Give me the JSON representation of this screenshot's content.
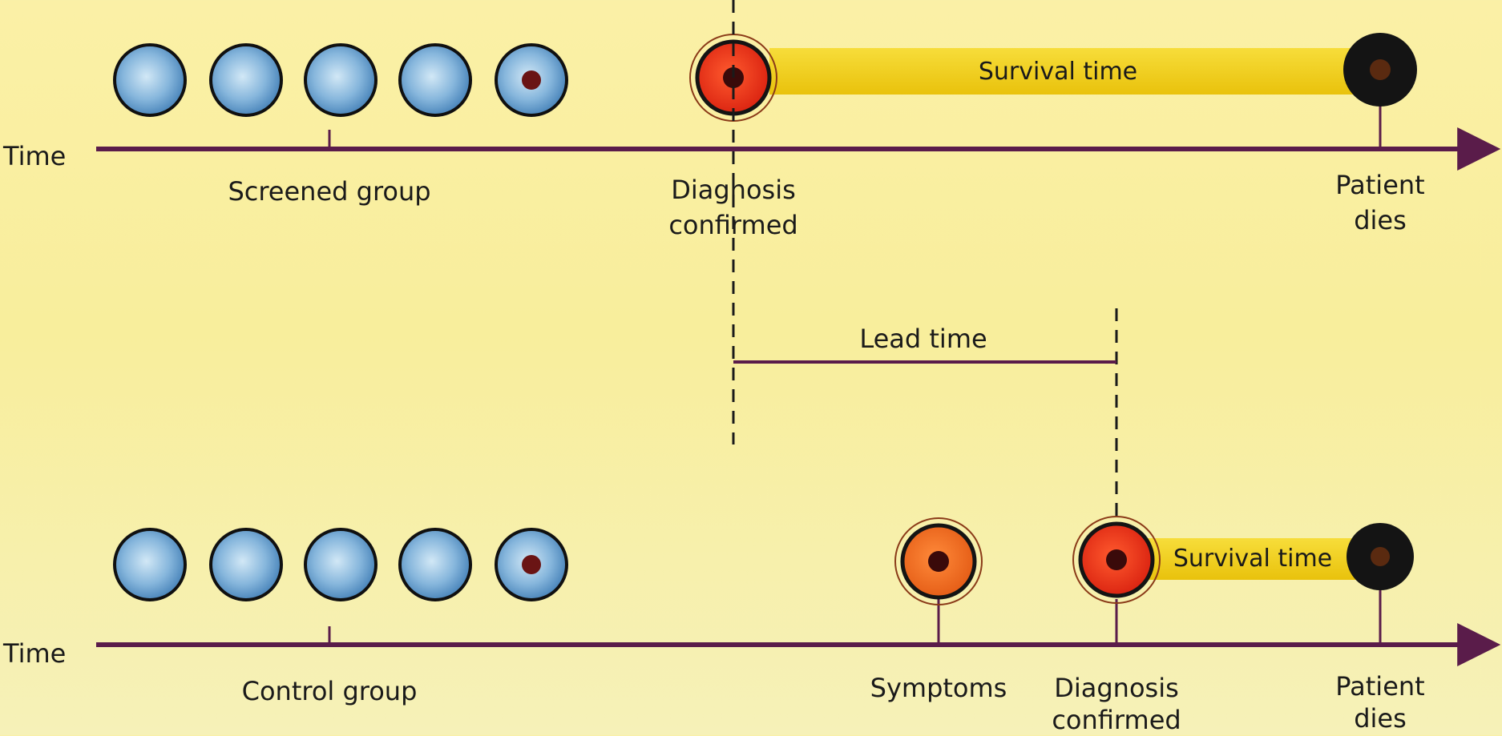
{
  "top": {
    "time_label": "Time",
    "group_label": "Screened group",
    "diagnosis_label_line1": "Diagnosis",
    "diagnosis_label_line2": "confirmed",
    "survival_label": "Survival time",
    "death_label_line1": "Patient",
    "death_label_line2": "dies"
  },
  "lead": {
    "label": "Lead time"
  },
  "bottom": {
    "time_label": "Time",
    "group_label": "Control group",
    "symptoms_label": "Symptoms",
    "diagnosis_label_line1": "Diagnosis",
    "diagnosis_label_line2": "confirmed",
    "survival_label": "Survival time",
    "death_label_line1": "Patient",
    "death_label_line2": "dies"
  },
  "colors": {
    "timeline": "#5a1c4a",
    "healthy_fill": "#7fb2dc",
    "diagnosis_fill": "#e8321c",
    "symptoms_fill": "#ec6a1e",
    "death_fill": "#141414",
    "survival_bar": "#f3d21c",
    "lead_line": "#5a1c4a"
  }
}
